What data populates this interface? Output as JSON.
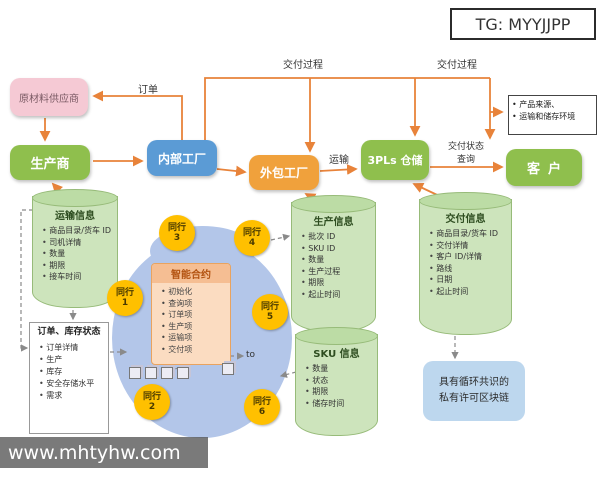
{
  "overlay": {
    "tg_badge": "TG: MYYJJPP",
    "watermark": "www.mhtyhw.com"
  },
  "nodes": {
    "supplier": {
      "label": "原材料供应商"
    },
    "manufacturer": {
      "label": "生产商"
    },
    "internal_factory": {
      "label": "内部工厂"
    },
    "outsourced_factory": {
      "label": "外包工厂"
    },
    "warehouse": {
      "label": "3PLs 仓储"
    },
    "customer": {
      "label": "客户"
    }
  },
  "edge_labels": {
    "order": "订单",
    "delivery_process_left": "交付过程",
    "delivery_process_right": "交付过程",
    "transport": "运输",
    "delivery_status_line1": "交付状态",
    "delivery_status_line2": "查询",
    "to": "to"
  },
  "info_note": {
    "items": [
      "产品来源、",
      "运输和储存环境"
    ]
  },
  "datastores": {
    "transport_info": {
      "title": "运输信息",
      "items": [
        "商品目录/货车 ID",
        "司机详情",
        "数量",
        "期限",
        "接车时间"
      ]
    },
    "production_info": {
      "title": "生产信息",
      "items": [
        "批次 ID",
        "SKU ID",
        "数量",
        "生产过程",
        "期限",
        "起止时间"
      ]
    },
    "delivery_info": {
      "title": "交付信息",
      "items": [
        "商品目录/货车 ID",
        "交付详情",
        "客户 ID/详情",
        "路线",
        "日期",
        "起止时间"
      ]
    },
    "sku_info": {
      "title": "SKU 信息",
      "items": [
        "数量",
        "状态",
        "期限",
        "储存时间"
      ]
    }
  },
  "order_inventory_box": {
    "title": "订单、库存状态",
    "items": [
      "订单详情",
      "生产",
      "库存",
      "安全存储水平",
      "需求"
    ]
  },
  "smart_contract": {
    "title": "智能合约",
    "items": [
      "初始化",
      "查询项",
      "订单项",
      "生产项",
      "运输项",
      "交付项"
    ]
  },
  "peers": [
    {
      "label": "同行",
      "num": "1"
    },
    {
      "label": "同行",
      "num": "2"
    },
    {
      "label": "同行",
      "num": "3"
    },
    {
      "label": "同行",
      "num": "4"
    },
    {
      "label": "同行",
      "num": "5"
    },
    {
      "label": "同行",
      "num": "6"
    }
  ],
  "blockchain_note": {
    "line1": "具有循环共识的",
    "line2": "私有许可区块链"
  },
  "colors": {
    "arrow": "#E8833A",
    "dashed": "#8A8A8A",
    "node_green": "#8FBF4D",
    "node_blue": "#5B9BD5",
    "node_orange": "#F0A13C",
    "node_pink": "#F5C9D4",
    "cylinder_green": "#CDE4BC",
    "blob_blue": "#B3C6E9",
    "peer_yellow": "#FFC000",
    "contract_orange": "#FBDCC1",
    "note_blue": "#BDD7EE"
  }
}
